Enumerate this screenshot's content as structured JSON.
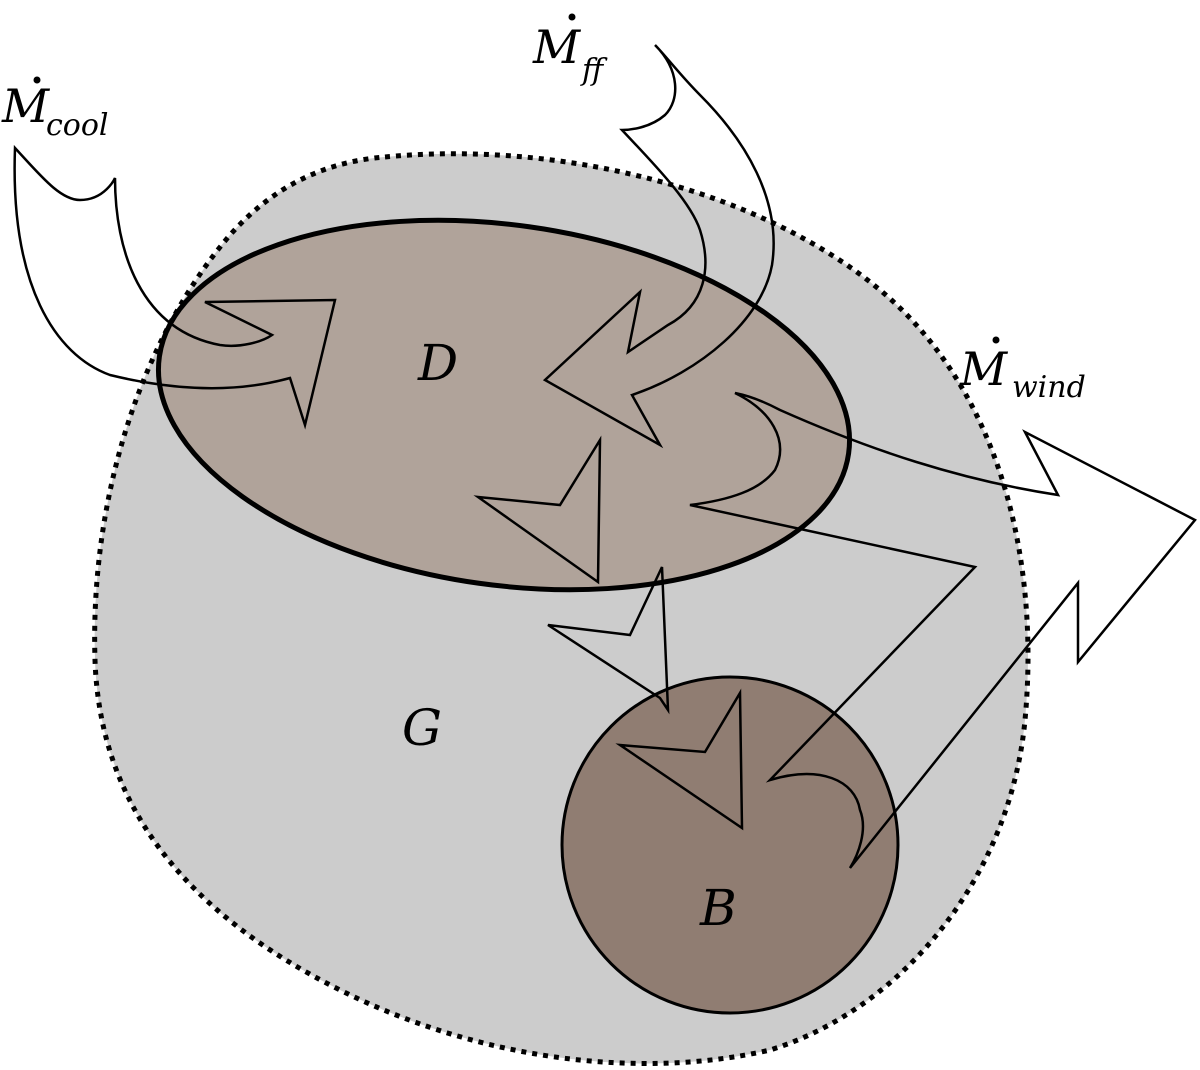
{
  "regions": {
    "halo_gas": {
      "label": "G",
      "fill": "#cccccc"
    },
    "disc": {
      "label": "D",
      "fill": "#b0a39a"
    },
    "bulge": {
      "label": "B",
      "fill": "#907d72"
    }
  },
  "flows": {
    "cool": {
      "symbol": "M",
      "subscript": "cool"
    },
    "freefall": {
      "symbol": "M",
      "subscript": "ff"
    },
    "wind": {
      "symbol": "M",
      "subscript": "wind"
    }
  }
}
